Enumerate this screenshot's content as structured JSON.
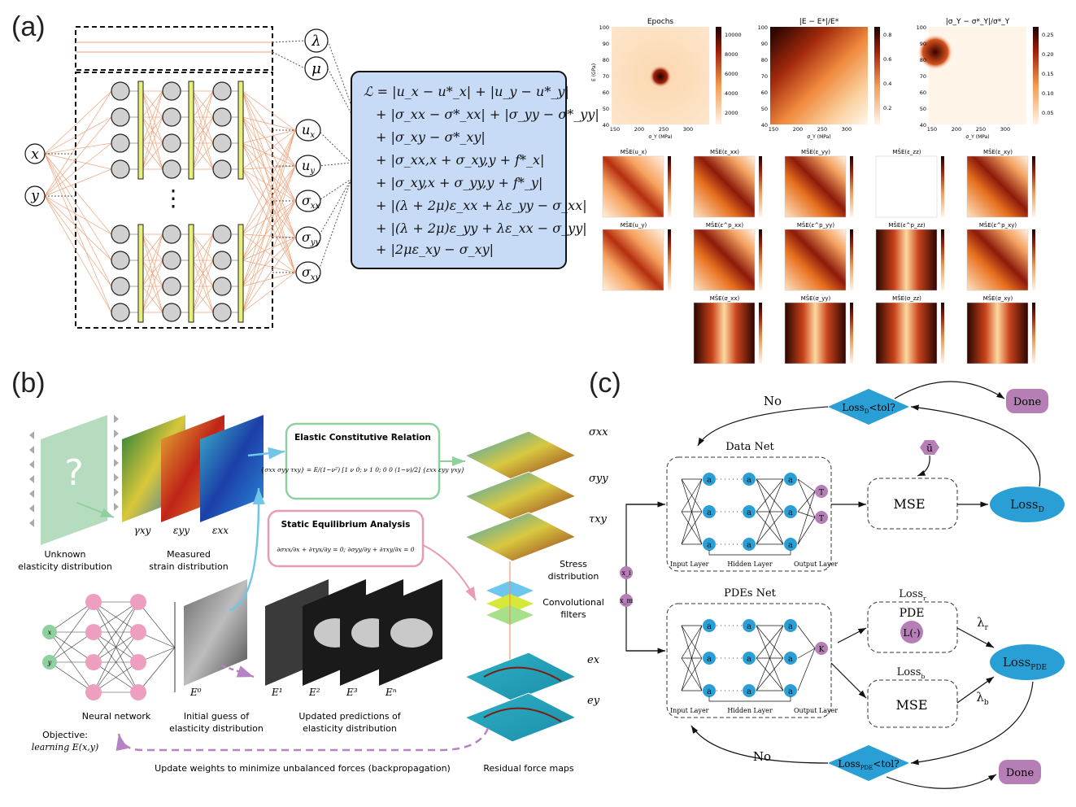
{
  "panels": {
    "a": "(a)",
    "b": "(b)",
    "c": "(c)"
  },
  "panel_a": {
    "inputs": [
      "x",
      "y"
    ],
    "params": [
      "λ",
      "μ"
    ],
    "outputs": [
      "u",
      "u",
      "σ",
      "σ",
      "σ"
    ],
    "output_subs": [
      "x",
      "y",
      "xx",
      "yy",
      "xy"
    ],
    "ellipsis": "⋮",
    "loss_lines": [
      "ℒ = |u_x − u*_x| + |u_y − u*_y|",
      "+ |σ_xx − σ*_xx| + |σ_yy − σ*_yy|",
      "+ |σ_xy − σ*_xy|",
      "+ |σ_xx,x + σ_xy,y + f*_x|",
      "+ |σ_xy,x + σ_yy,y + f*_y|",
      "+ |(λ + 2μ)ε_xx + λε_yy − σ_xx|",
      "+ |(λ + 2μ)ε_yy + λε_xx − σ_yy|",
      "+ |2με_xy − σ_xy|"
    ],
    "heatmap_titles": [
      "Epochs",
      "|E − E*|/E*",
      "|σ_Y − σ*_Y|/σ*_Y"
    ],
    "heatmap_ylabel": "E (GPa)",
    "heatmap_xlabel": "σ_Y (MPa)",
    "y_ticks": [
      "100",
      "90",
      "80",
      "70",
      "60",
      "50",
      "40"
    ],
    "x_ticks": [
      "150",
      "200",
      "250",
      "300"
    ],
    "cbar_epochs": [
      "10000",
      "8000",
      "6000",
      "4000",
      "2000"
    ],
    "cbar_err": [
      "0.8",
      "0.6",
      "0.4",
      "0.2"
    ],
    "cbar_sig": [
      "0.25",
      "0.20",
      "0.15",
      "0.10",
      "0.05"
    ],
    "mse_row1": [
      "MŜE(u_x)",
      "MŜE(ε_xx)",
      "MŜE(ε_yy)",
      "MŜE(ε_zz)",
      "MŜE(ε_xy)"
    ],
    "mse_row2": [
      "MŜE(u_y)",
      "MŜE(ε^p_xx)",
      "MŜE(ε^p_yy)",
      "MŜE(ε^p_zz)",
      "MŜE(ε^p_xy)"
    ],
    "mse_row3": [
      "MŜE(σ_xx)",
      "MŜE(σ_yy)",
      "MŜE(σ_zz)",
      "MŜE(σ_xy)"
    ]
  },
  "panel_b": {
    "question": "?",
    "unknown_label": [
      "Unknown",
      "elasticity distribution"
    ],
    "measured_label": [
      "Measured",
      "strain distribution"
    ],
    "strain_labels": [
      "γxy",
      "εyy",
      "εxx"
    ],
    "ecr_title": "Elastic Constitutive Relation",
    "sea_title": "Static Equilibrium Analysis",
    "sea_eq": "∂σxx/∂x + ∂τyx/∂y = 0; ∂σyy/∂y + ∂τxy/∂x = 0",
    "ecr_eq": "{σxx σyy τxy} = E/(1−ν²) [1 ν 0; ν 1 0; 0 0 (1−ν)/2] {εxx εyy γxy}",
    "stress_labels": [
      "σxx",
      "σyy",
      "τxy"
    ],
    "stress_dist": [
      "Stress",
      "distribution"
    ],
    "conv_filters": [
      "Convolutional",
      "filters"
    ],
    "residual_labels": [
      "ex",
      "ey"
    ],
    "residual_title": "Residual force maps",
    "nn_inputs": [
      "x",
      "y"
    ],
    "nn_label": "Neural network",
    "initial_guess": [
      "Initial guess of",
      "elasticity distribution"
    ],
    "updated_pred": [
      "Updated predictions of",
      "elasticity distribution"
    ],
    "E_labels": [
      "E⁰",
      "E¹",
      "E²",
      "E³",
      "Eⁿ"
    ],
    "objective": [
      "Objective:",
      "learning E(x,y)"
    ],
    "update_weights": "Update weights to minimize unbalanced forces (backpropagation)"
  },
  "panel_c": {
    "no": "No",
    "done": "Done",
    "loss_d_tol": "Loss_D<tol?",
    "loss_pde_tol": "Loss_PDE<tol?",
    "u_bar": "ū",
    "data_net": "Data Net",
    "pdes_net": "PDEs Net",
    "node": "a",
    "input_layer": "Input Layer",
    "hidden_layer": "Hidden Layer",
    "output_layer": "Output Layer",
    "mse": "MSE",
    "loss_d": "Loss_D",
    "loss_pde": "Loss_PDE",
    "loss_r": "Loss_r",
    "pde": "PDE",
    "l_op": "L(·)",
    "loss_b": "Loss_b",
    "lambda_r": "λ_r",
    "lambda_b": "λ_b",
    "x_i": "x_i",
    "x_m": "x_m",
    "T": "T",
    "K": "K"
  },
  "colors": {
    "blue_box": "#c7dbf7",
    "yellow": "#e8f07a",
    "node_blue": "#2a9fd6",
    "purple": "#b57fb6",
    "green_box": "#8fd19e",
    "pink_box": "#e89ab6"
  }
}
